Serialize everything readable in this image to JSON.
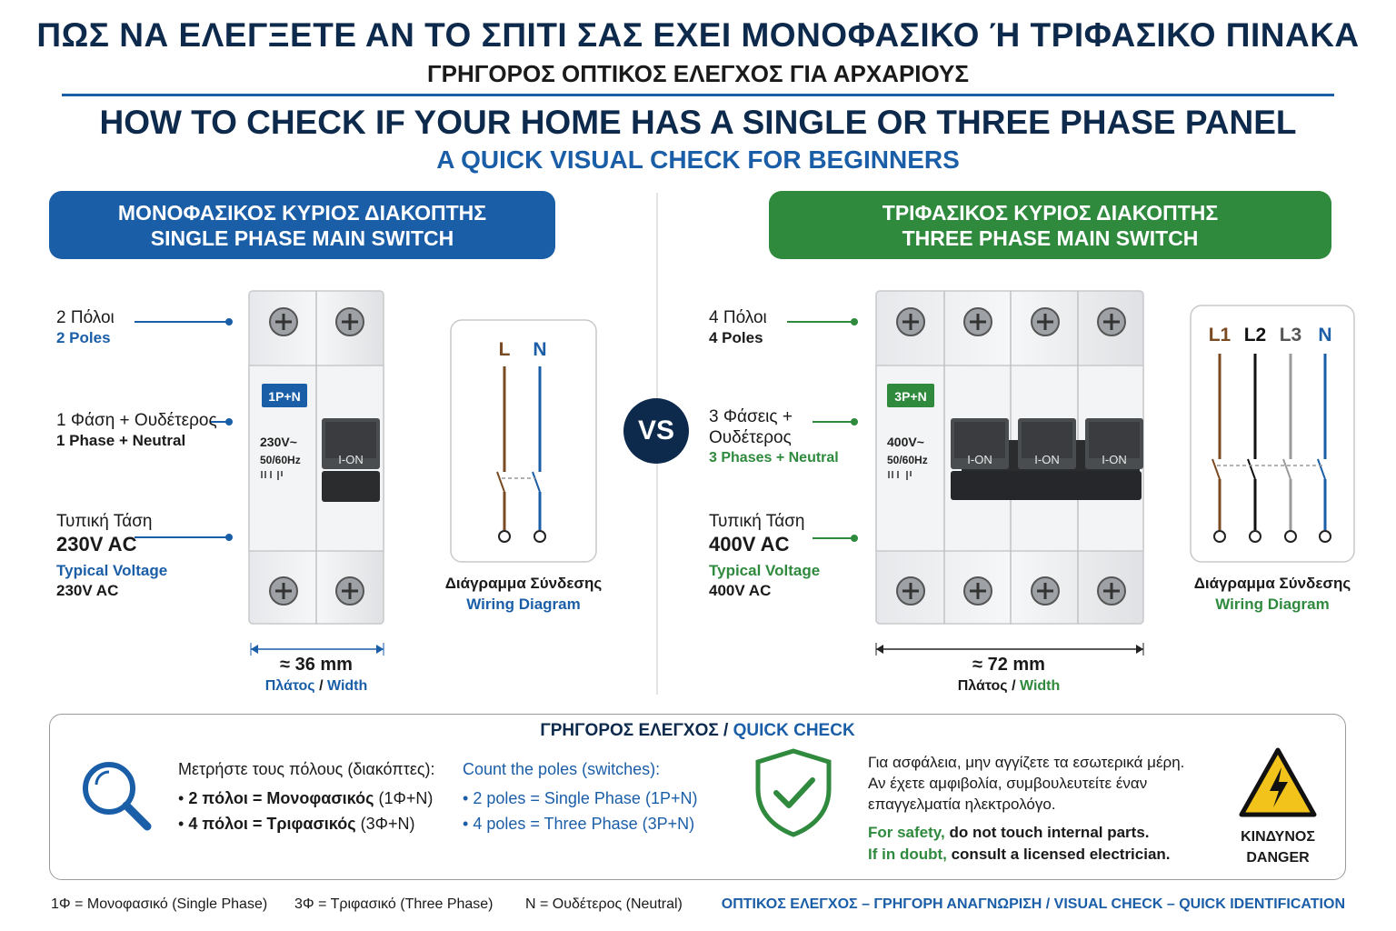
{
  "title": {
    "greek": "ΠΩΣ ΝΑ ΕΛΕΓΞΕΤΕ ΑΝ ΤΟ ΣΠΙΤΙ ΣΑΣ ΕΧΕΙ ΜΟΝΟΦΑΣΙΚΟ Ή ΤΡΙΦΑΣΙΚΟ ΠΙΝΑΚΑ",
    "greek_sub": "ΓΡΗΓΟΡΟΣ ΟΠΤΙΚΟΣ ΕΛΕΓΧΟΣ ΓΙΑ ΑΡΧΑΡΙΟΥΣ",
    "english": "HOW TO CHECK IF YOUR HOME HAS A SINGLE OR THREE PHASE PANEL",
    "english_sub": "A QUICK VISUAL CHECK FOR BEGINNERS"
  },
  "vs": "VS",
  "single": {
    "banner_gr": "ΜΟΝΟΦΑΣΙΚΟΣ ΚΥΡΙΟΣ ΔΙΑΚΟΠΤΗΣ",
    "banner_en": "SINGLE PHASE MAIN SWITCH",
    "poles_gr": "2 Πόλοι",
    "poles_en": "2 Poles",
    "phase_gr": "1 Φάση + Ουδέτερος",
    "phase_en": "1 Phase + Neutral",
    "volt_gr": "Τυπική Τάση",
    "volt_big": "230V AC",
    "volt_en": "Typical Voltage",
    "volt_en_val": "230V AC",
    "badge": "1P+N",
    "rating_v": "230V~",
    "rating_hz": "50/60Hz",
    "handle": "I-ON",
    "width_val": "≈ 36 mm",
    "width_gr": "Πλάτος",
    "width_sep": "/",
    "width_en": "Width",
    "wire_labels": [
      "L",
      "N"
    ],
    "diagram_gr": "Διάγραμμα Σύνδεσης",
    "diagram_en": "Wiring Diagram"
  },
  "three": {
    "banner_gr": "ΤΡΙΦΑΣΙΚΟΣ ΚΥΡΙΟΣ ΔΙΑΚΟΠΤΗΣ",
    "banner_en": "THREE PHASE MAIN SWITCH",
    "poles_gr": "4 Πόλοι",
    "poles_en": "4 Poles",
    "phase_gr_1": "3 Φάσεις +",
    "phase_gr_2": "Ουδέτερος",
    "phase_en_a": "3 Phases +",
    "phase_en_b": "Neutral",
    "volt_gr": "Τυπική Τάση",
    "volt_big": "400V AC",
    "volt_en": "Typical Voltage",
    "volt_en_val": "400V AC",
    "badge": "3P+N",
    "rating_v": "400V~",
    "rating_hz": "50/60Hz",
    "handles": [
      "I-ON",
      "I-ON",
      "I-ON"
    ],
    "width_val": "≈ 72 mm",
    "width_gr": "Πλάτος",
    "width_sep": "/",
    "width_en": "Width",
    "wire_labels": [
      "L1",
      "L2",
      "L3",
      "N"
    ],
    "diagram_gr": "Διάγραμμα Σύνδεσης",
    "diagram_en": "Wiring Diagram"
  },
  "quick": {
    "title_gr": "ΓΡΗΓΟΡΟΣ ΕΛΕΓΧΟΣ",
    "title_sep": "/",
    "title_en": "QUICK CHECK",
    "count_gr": "Μετρήστε τους πόλους (διακόπτες):",
    "gr_b1_bold": "2 πόλοι = Μονοφασικός",
    "gr_b1_rest": "(1Φ+Ν)",
    "gr_b2_bold": "4 πόλοι = Τριφασικός",
    "gr_b2_rest": "(3Φ+Ν)",
    "count_en": "Count the poles (switches):",
    "en_b1": "2 poles = Single Phase (1P+N)",
    "en_b2": "4 poles = Three Phase (3P+N)",
    "safety_gr_1": "Για ασφάλεια, μην αγγίζετε τα εσωτερικά μέρη.",
    "safety_gr_2": "Αν έχετε αμφιβολία, συμβουλευτείτε έναν",
    "safety_gr_3": "επαγγελματία ηλεκτρολόγο.",
    "safety_en_1a": "For safety,",
    "safety_en_1b": "do not touch internal parts.",
    "safety_en_2a": "If in doubt,",
    "safety_en_2b": "consult a licensed electrician.",
    "danger_gr": "ΚΙΝΔΥΝΟΣ",
    "danger_en": "DANGER"
  },
  "footer": {
    "legend_1": "1Φ = Μονοφασικό (Single Phase)",
    "legend_2": "3Φ = Τριφασικό (Three Phase)",
    "legend_3": "N = Ουδέτερος (Neutral)",
    "right": "ΟΠΤΙΚΟΣ ΕΛΕΓΧΟΣ – ΓΡΗΓΟΡΗ ΑΝΑΓΝΩΡΙΣΗ / VISUAL CHECK – QUICK IDENTIFICATION"
  },
  "colors": {
    "navy": "#0d2a4d",
    "blue": "#1b5ea8",
    "green": "#2f8a3e",
    "wire_brown": "#7a4a22",
    "wire_black": "#111111",
    "wire_grey": "#9a9a9a",
    "wire_blue": "#1b5ea8",
    "danger_yellow": "#f2c31b"
  },
  "icons": [
    "magnifier-icon",
    "shield-check-icon",
    "danger-triangle-icon",
    "screw-icon"
  ]
}
